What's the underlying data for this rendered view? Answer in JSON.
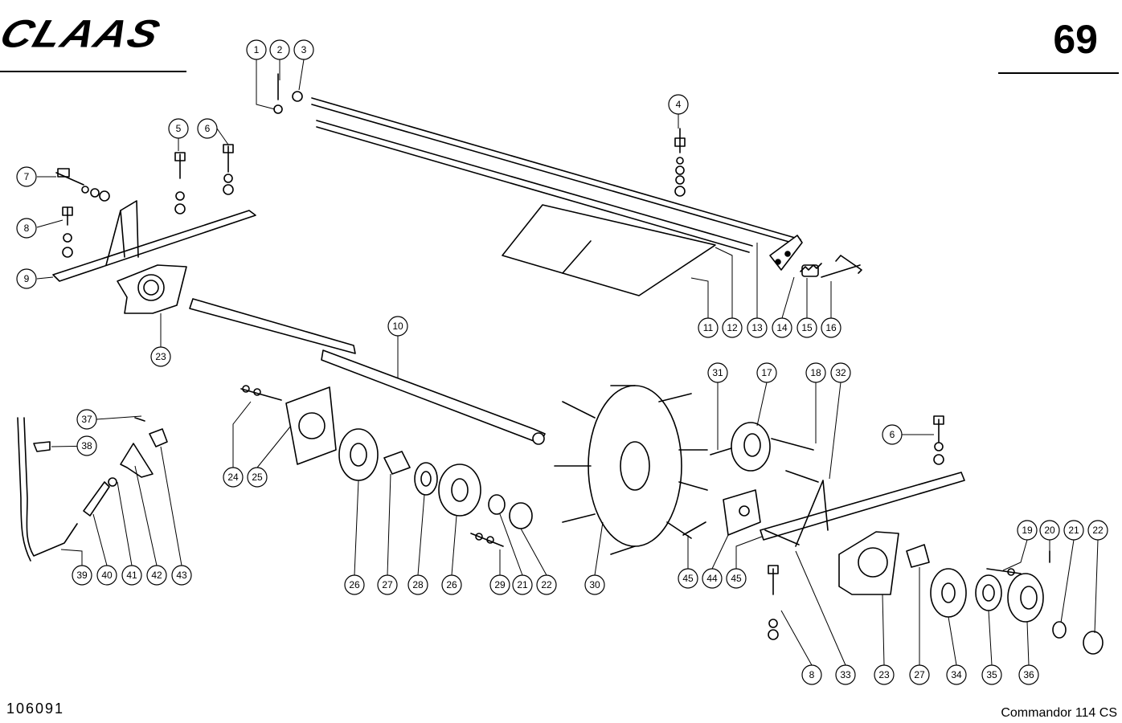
{
  "header": {
    "brand_logo_text": "CLAAS",
    "page_number": "69"
  },
  "footer": {
    "document_number": "106091",
    "model_name": "Commandor 114 CS"
  },
  "callouts": [
    "1",
    "2",
    "3",
    "4",
    "5",
    "6",
    "7",
    "8",
    "9",
    "10",
    "11",
    "12",
    "13",
    "14",
    "15",
    "16",
    "17",
    "18",
    "31",
    "32",
    "23",
    "24",
    "25",
    "26",
    "27",
    "28",
    "26",
    "29",
    "21",
    "22",
    "30",
    "45",
    "44",
    "45",
    "6",
    "19",
    "20",
    "21",
    "22",
    "37",
    "38",
    "39",
    "40",
    "41",
    "42",
    "43",
    "8",
    "33",
    "23",
    "27",
    "34",
    "35",
    "36"
  ],
  "colors": {
    "ink": "#000000",
    "paper": "#ffffff"
  }
}
